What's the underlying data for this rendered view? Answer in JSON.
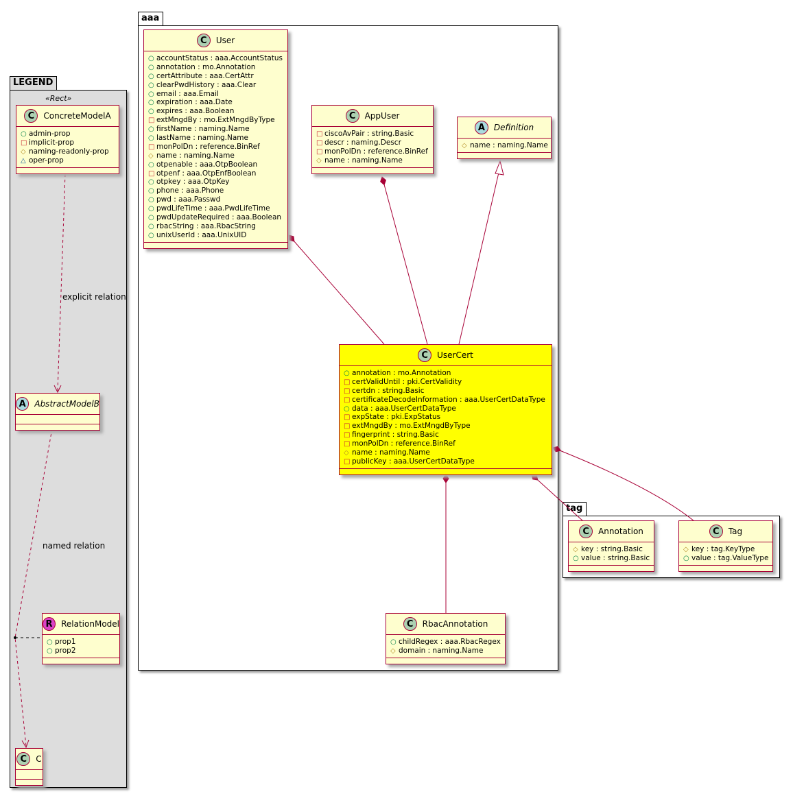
{
  "packages": {
    "legend": "LEGEND",
    "aaa": "aaa",
    "tag": "tag"
  },
  "legend": {
    "stereotype": "«Rect»",
    "explicit_relation": "explicit relation",
    "named_relation": "named relation"
  },
  "classes": [
    {
      "id": "ConcreteModelA",
      "badge": "C",
      "name": "ConcreteModelA",
      "attrs": [
        [
          "+",
          "admin-prop"
        ],
        [
          "-",
          "implicit-prop"
        ],
        [
          "#",
          "naming-readonly-prop"
        ],
        [
          "~",
          "oper-prop"
        ]
      ]
    },
    {
      "id": "AbstractModelB",
      "badge": "A",
      "name": "AbstractModelB",
      "italic": true,
      "attrs": []
    },
    {
      "id": "RelationModel",
      "badge": "R",
      "name": "RelationModel",
      "attrs": [
        [
          "+",
          "prop1"
        ],
        [
          "+",
          "prop2"
        ]
      ]
    },
    {
      "id": "C",
      "badge": "C",
      "name": "C",
      "attrs": []
    },
    {
      "id": "User",
      "badge": "C",
      "name": "User",
      "attrs": [
        [
          "+",
          "accountStatus : aaa.AccountStatus"
        ],
        [
          "+",
          "annotation : mo.Annotation"
        ],
        [
          "+",
          "certAttribute : aaa.CertAttr"
        ],
        [
          "+",
          "clearPwdHistory : aaa.Clear"
        ],
        [
          "+",
          "email : aaa.Email"
        ],
        [
          "+",
          "expiration : aaa.Date"
        ],
        [
          "+",
          "expires : aaa.Boolean"
        ],
        [
          "-",
          "extMngdBy : mo.ExtMngdByType"
        ],
        [
          "+",
          "firstName : naming.Name"
        ],
        [
          "+",
          "lastName : naming.Name"
        ],
        [
          "-",
          "monPolDn : reference.BinRef"
        ],
        [
          "#",
          "name : naming.Name"
        ],
        [
          "+",
          "otpenable : aaa.OtpBoolean"
        ],
        [
          "-",
          "otpenf : aaa.OtpEnfBoolean"
        ],
        [
          "+",
          "otpkey : aaa.OtpKey"
        ],
        [
          "+",
          "phone : aaa.Phone"
        ],
        [
          "+",
          "pwd : aaa.Passwd"
        ],
        [
          "+",
          "pwdLifeTime : aaa.PwdLifeTime"
        ],
        [
          "+",
          "pwdUpdateRequired : aaa.Boolean"
        ],
        [
          "+",
          "rbacString : aaa.RbacString"
        ],
        [
          "+",
          "unixUserId : aaa.UnixUID"
        ]
      ]
    },
    {
      "id": "AppUser",
      "badge": "C",
      "name": "AppUser",
      "attrs": [
        [
          "-",
          "ciscoAvPair : string.Basic"
        ],
        [
          "-",
          "descr : naming.Descr"
        ],
        [
          "-",
          "monPolDn : reference.BinRef"
        ],
        [
          "#",
          "name : naming.Name"
        ]
      ]
    },
    {
      "id": "Definition",
      "badge": "A",
      "name": "Definition",
      "italic": true,
      "attrs": [
        [
          "#",
          "name : naming.Name"
        ]
      ]
    },
    {
      "id": "UserCert",
      "badge": "C",
      "name": "UserCert",
      "highlight": "#FFFF00",
      "attrs": [
        [
          "+",
          "annotation : mo.Annotation"
        ],
        [
          "-",
          "certValidUntil : pki.CertValidity"
        ],
        [
          "-",
          "certdn : string.Basic"
        ],
        [
          "-",
          "certificateDecodeInformation : aaa.UserCertDataType"
        ],
        [
          "+",
          "data : aaa.UserCertDataType"
        ],
        [
          "-",
          "expState : pki.ExpStatus"
        ],
        [
          "-",
          "extMngdBy : mo.ExtMngdByType"
        ],
        [
          "-",
          "fingerprint : string.Basic"
        ],
        [
          "-",
          "monPolDn : reference.BinRef"
        ],
        [
          "#",
          "name : naming.Name"
        ],
        [
          "-",
          "publicKey : aaa.UserCertDataType"
        ]
      ]
    },
    {
      "id": "RbacAnnotation",
      "badge": "C",
      "name": "RbacAnnotation",
      "attrs": [
        [
          "+",
          "childRegex : aaa.RbacRegex"
        ],
        [
          "#",
          "domain : naming.Name"
        ]
      ]
    },
    {
      "id": "Annotation",
      "badge": "C",
      "name": "Annotation",
      "attrs": [
        [
          "#",
          "key : string.Basic"
        ],
        [
          "+",
          "value : string.Basic"
        ]
      ]
    },
    {
      "id": "Tag",
      "badge": "C",
      "name": "Tag",
      "attrs": [
        [
          "#",
          "key : tag.KeyType"
        ],
        [
          "+",
          "value : tag.ValueType"
        ]
      ]
    }
  ],
  "colors": {
    "line": "#A80036",
    "class_fill": "#FEFECE",
    "legend_fill": "#DDDDDD"
  }
}
